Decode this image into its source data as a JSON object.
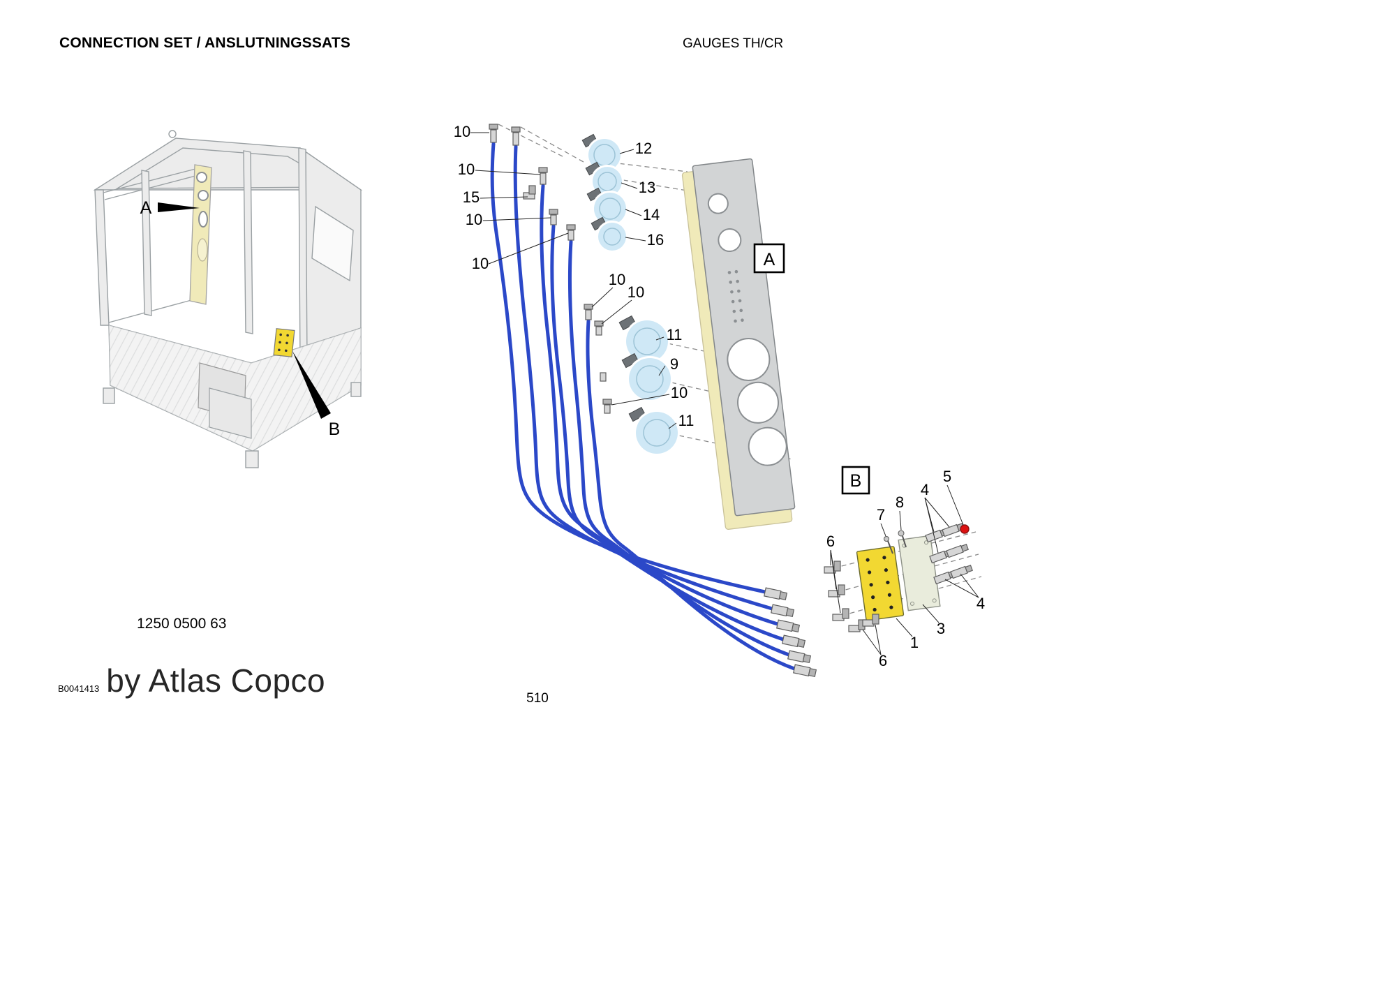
{
  "page": {
    "header_left": "CONNECTION SET / ANSLUTNINGSSATS",
    "header_right": "GAUGES TH/CR",
    "part_number": "1250 0500 63",
    "doc_code": "B0041413",
    "brand": "by Atlas Copco",
    "page_number": "510"
  },
  "diagram": {
    "markers": {
      "cab_a": "A",
      "cab_b": "B",
      "panel_a": "A",
      "panel_b": "B"
    },
    "callouts": {
      "c10_a": "10",
      "c10_b": "10",
      "c15": "15",
      "c10_c": "10",
      "c10_d": "10",
      "c12": "12",
      "c13": "13",
      "c14": "14",
      "c16": "16",
      "c10_e": "10",
      "c10_f": "10",
      "c11_a": "11",
      "c9": "9",
      "c10_g": "10",
      "c11_b": "11",
      "c6_a": "6",
      "c7": "7",
      "c8": "8",
      "c4_a": "4",
      "c5": "5",
      "c4_b": "4",
      "c3": "3",
      "c1": "1",
      "c6_b": "6"
    },
    "colors": {
      "hose_blue": "#2b48c8",
      "plate_yellow": "#f2d832",
      "panel_cream": "#f0eab9",
      "gauge_face": "#cfe8f6",
      "highlight_red": "#dd1111",
      "frame_gray": "#9aa0a3"
    }
  }
}
